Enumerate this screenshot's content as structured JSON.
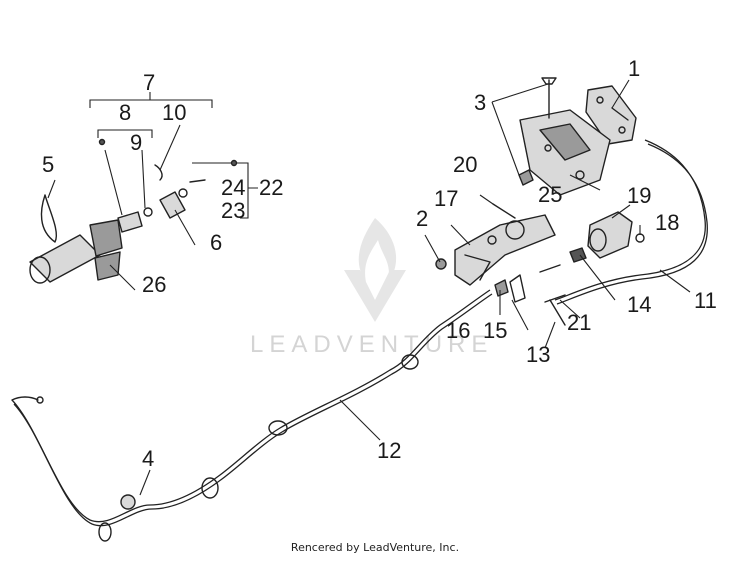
{
  "watermark": {
    "text": "LEADVENTURE"
  },
  "footer": {
    "credit": "Rencered by LeadVenture, Inc."
  },
  "callouts": {
    "c1": "1",
    "c2": "2",
    "c3": "3",
    "c4": "4",
    "c5": "5",
    "c6": "6",
    "c7": "7",
    "c8": "8",
    "c9": "9",
    "c10": "10",
    "c11": "11",
    "c12": "12",
    "c13": "13",
    "c14": "14",
    "c15": "15",
    "c16": "16",
    "c17": "17",
    "c18": "18",
    "c19": "19",
    "c20": "20",
    "c21": "21",
    "c22": "22",
    "c23": "23",
    "c24": "24",
    "c25": "25",
    "c26": "26"
  }
}
